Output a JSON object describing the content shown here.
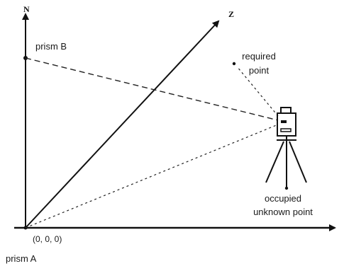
{
  "axes": {
    "north": "N",
    "zenith": "Z"
  },
  "labels": {
    "prism_b": "prism B",
    "prism_a": "prism A",
    "origin": "(0, 0, 0)",
    "required_point_line1": "required",
    "required_point_line2": "point",
    "occupied_line1": "occupied",
    "occupied_line2": "unknown point"
  },
  "colors": {
    "ink": "#111111",
    "line": "#222222"
  }
}
